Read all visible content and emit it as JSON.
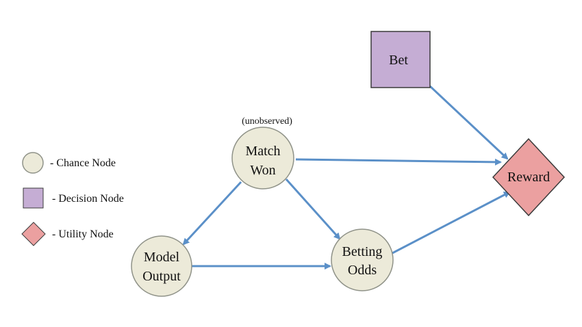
{
  "colors": {
    "chance_fill": "#ecead9",
    "chance_stroke": "#8f9288",
    "decision_fill": "#c5add4",
    "decision_stroke": "#3a3a3a",
    "utility_fill": "#eba0a0",
    "utility_stroke": "#3a3a3a",
    "edge": "#5b90c8"
  },
  "nodes": {
    "bet": {
      "label": "Bet",
      "type": "decision"
    },
    "match_won": {
      "label_line1": "Match",
      "label_line2": "Won",
      "note": "(unobserved)",
      "type": "chance"
    },
    "reward": {
      "label": "Reward",
      "type": "utility"
    },
    "model_output": {
      "label_line1": "Model",
      "label_line2": "Output",
      "type": "chance"
    },
    "betting_odds": {
      "label_line1": "Betting",
      "label_line2": "Odds",
      "type": "chance"
    }
  },
  "edges": [
    {
      "from": "bet",
      "to": "reward"
    },
    {
      "from": "match_won",
      "to": "reward"
    },
    {
      "from": "match_won",
      "to": "model_output"
    },
    {
      "from": "match_won",
      "to": "betting_odds"
    },
    {
      "from": "model_output",
      "to": "betting_odds"
    },
    {
      "from": "betting_odds",
      "to": "reward"
    }
  ],
  "legend": {
    "chance": "- Chance Node",
    "decision": "- Decision Node",
    "utility": "- Utility Node"
  }
}
